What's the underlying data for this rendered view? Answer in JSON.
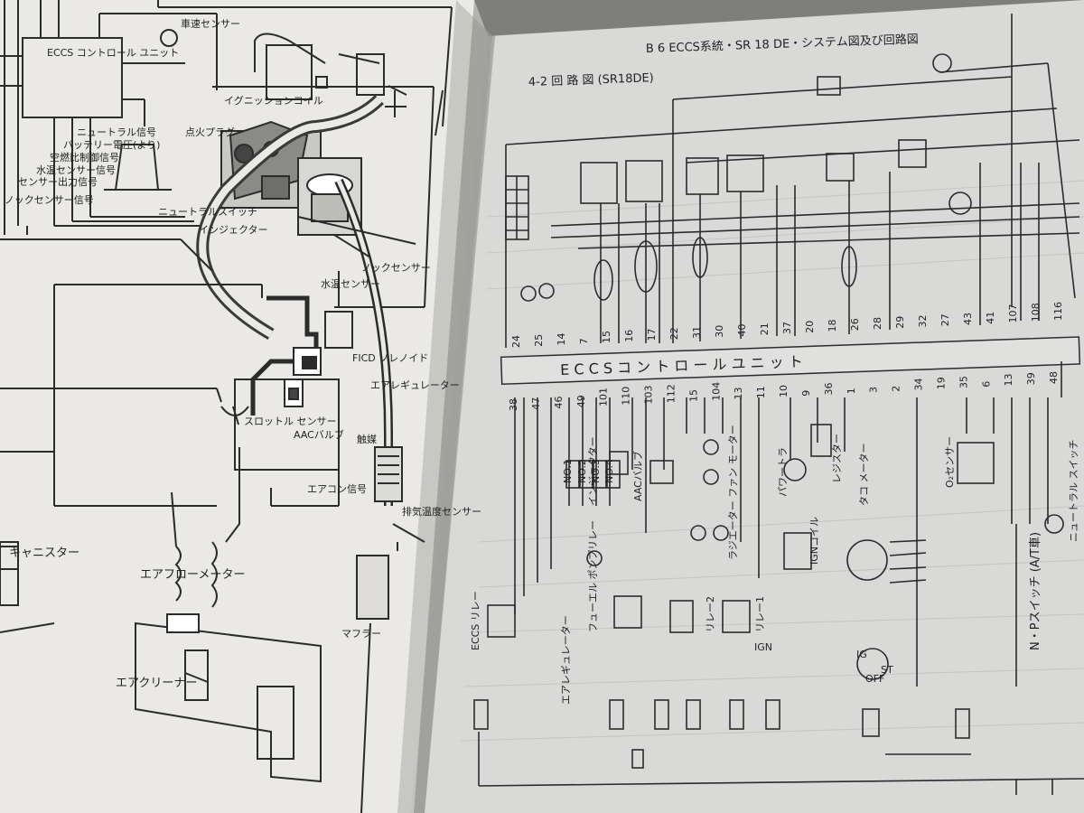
{
  "left_page": {
    "labels": {
      "ecu": "ECCS\nコントロール\nユニット",
      "knock_signal": "ノックセンサー信号",
      "speed_out": "センサー出力信号",
      "water_temp": "水温センサー信号",
      "air_cond": "空燃比制御信号",
      "battery": "バッテリー電圧(より)",
      "neutral": "ニュートラル信号",
      "vehicle_speed": "車速センサー",
      "ignition_coil": "イグニッションコイル",
      "spark_plug": "点火プラグ",
      "neutral_switch": "ニュートラルスイッチ",
      "injector": "インジェクター",
      "water_sensor": "水温センサー",
      "knock_sensor": "ノックセンサー",
      "fico": "FICD\nソレノイド",
      "air_regulator": "エアレギュレーター",
      "throttle": "スロットル\nセンサー",
      "aac": "AACバルブ",
      "aircon_signal": "エアコン信号",
      "canister": "キャニスター",
      "air_flow_meter": "エアフローメーター",
      "air_cleaner": "エアクリーナー",
      "exhaust_sensor": "排気温度センサー",
      "muffler": "マフラー",
      "catalyst": "触媒"
    }
  },
  "right_page": {
    "header": "B 6   ECCS系統・SR 18 DE・システム図及び回路図",
    "section": "4-2 回 路 図 (SR18DE)",
    "ecu_band": "E C C S   コ ン ト ロ ー ル   ユ ニ ッ ト",
    "top_pins": [
      "24",
      "25",
      "14",
      "7",
      "15",
      "16",
      "17",
      "22",
      "31",
      "30",
      "40",
      "21",
      "37",
      "20",
      "18",
      "26",
      "28",
      "29",
      "32",
      "27",
      "43",
      "41",
      "107",
      "108",
      "116"
    ],
    "bottom_pins": [
      "38",
      "47",
      "46",
      "49",
      "101",
      "110",
      "103",
      "112",
      "15",
      "104",
      "13",
      "11",
      "10",
      "9",
      "36",
      "1",
      "3",
      "2",
      "34",
      "19",
      "35",
      "6",
      "13",
      "39",
      "48"
    ],
    "labels": {
      "injector": "インジェクター",
      "no1": "NO.1",
      "no2": "NO.2",
      "no3": "NO.3",
      "no4": "NO.4",
      "aac_valve": "AACバルブ",
      "eccs_relay": "ECCS リレー",
      "air_regulator": "エアレギュレーター",
      "fuel_pump": "フューエル\nポンプリレー",
      "radiator_fan": "ラジエーター\nファン モーター",
      "relay1": "リレー1",
      "relay2": "リレー2",
      "ign_coil": "IGNコイル",
      "power_tr": "パワートラ",
      "resistor": "レジスター",
      "tacho": "タコ\nメーター",
      "o2": "O₂センサー",
      "n_p_switch": "N・Pスイッチ\n(A/T車)",
      "neutral_sw": "ニュートラル\nスイッチ",
      "ign": "IGN",
      "ig": "IG",
      "off": "OFF",
      "st": "ST"
    }
  },
  "colors": {
    "paper_left": "#e9e8e4",
    "paper_right": "#dcdcdc",
    "ink": "#2a2a2a",
    "shadow": "#5b5b58"
  }
}
